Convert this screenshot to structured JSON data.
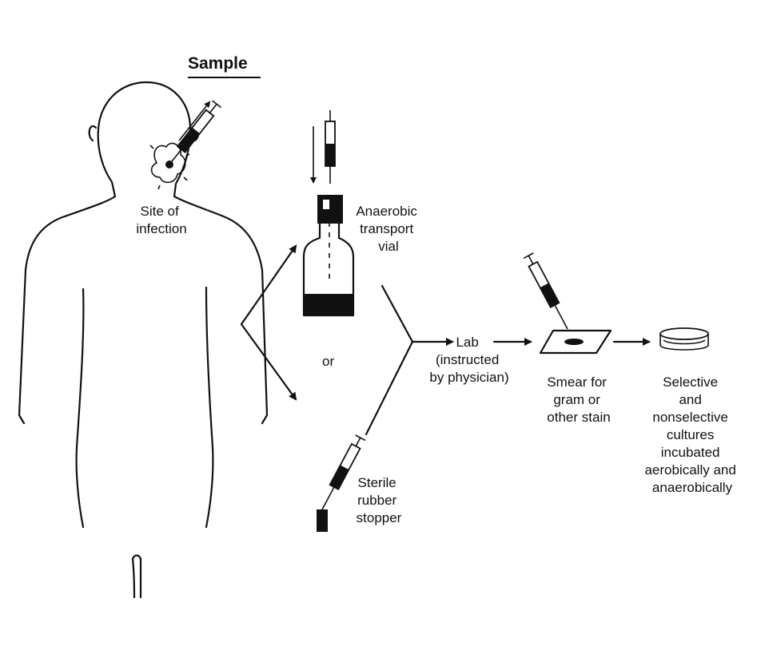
{
  "labels": {
    "sample": "Sample",
    "site_of_infection": [
      "Site of",
      "infection"
    ],
    "anaerobic_transport_vial": [
      "Anaerobic",
      "transport",
      "vial"
    ],
    "or": "or",
    "sterile_rubber_stopper": [
      "Sterile",
      "rubber",
      "stopper"
    ],
    "lab": [
      "Lab",
      "(instructed",
      "by physician)"
    ],
    "smear": [
      "Smear for",
      "gram or",
      "other stain"
    ],
    "cultures": [
      "Selective",
      "and",
      "nonselective",
      "cultures",
      "incubated",
      "aerobically and",
      "anaerobically"
    ]
  }
}
